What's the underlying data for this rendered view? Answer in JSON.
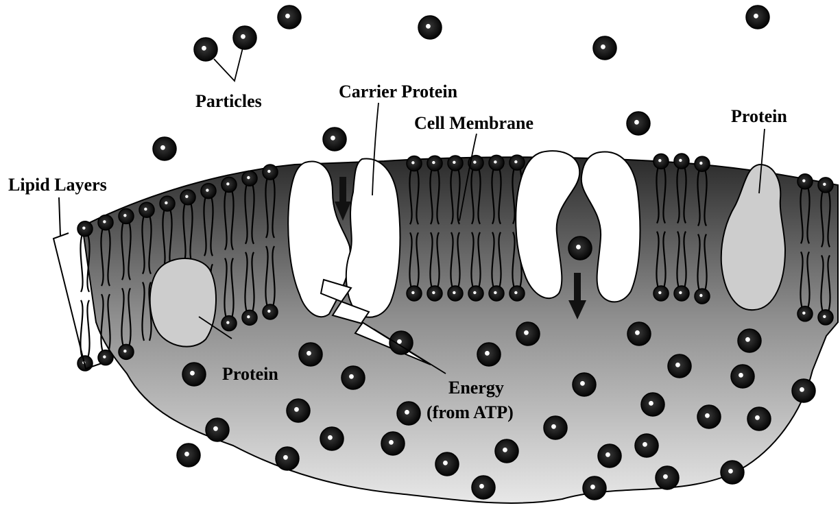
{
  "diagram": {
    "labels": {
      "particles": "Particles",
      "carrier_protein": "Carrier Protein",
      "cell_membrane": "Cell Membrane",
      "protein_right": "Protein",
      "lipid_layers": "Lipid Layers",
      "protein_left": "Protein",
      "energy_line1": "Energy",
      "energy_line2": "(from ATP)"
    },
    "colors": {
      "background": "#ffffff",
      "membrane_dark": "#2e2e2e",
      "cytoplasm_mid": "#8a8a8a",
      "cytoplasm_light": "#e6e6e6",
      "protein_fill": "#cfcfcf",
      "channel_fill": "#ffffff",
      "particle": "#111111",
      "outline": "#000000"
    },
    "icons": {
      "particle": "black-sphere",
      "transport_arrow": "down-arrow",
      "energy": "lightning-bolt"
    }
  }
}
